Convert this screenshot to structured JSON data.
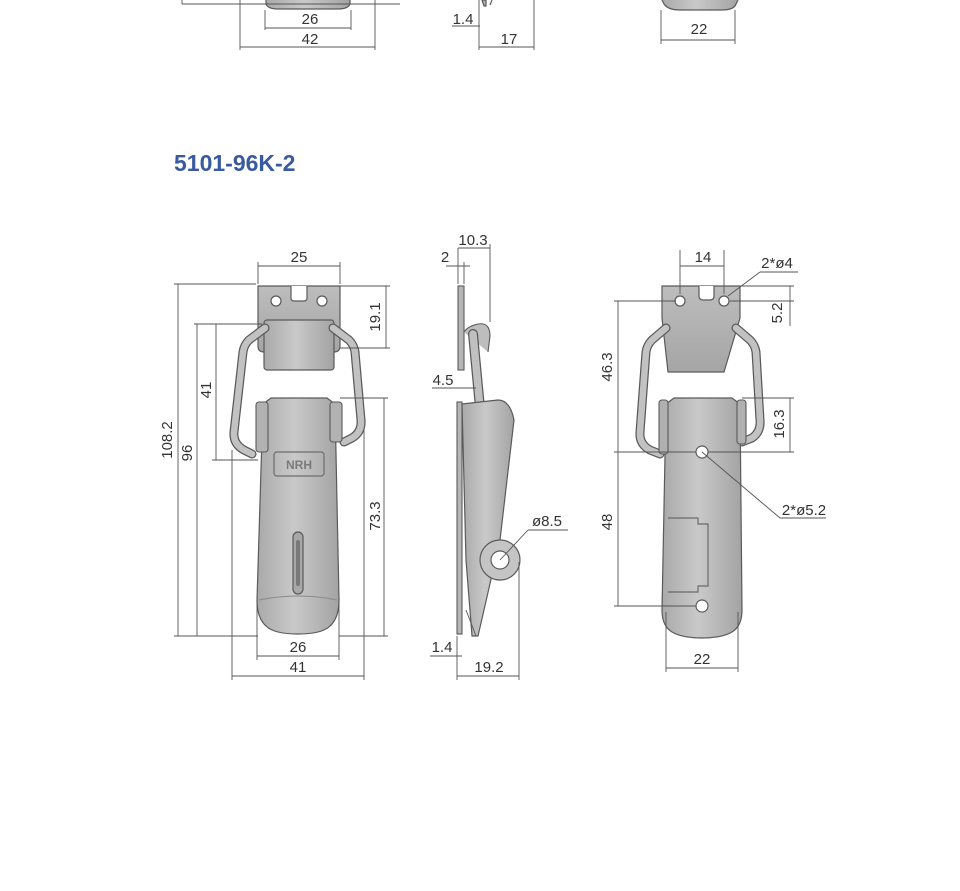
{
  "colors": {
    "title": "#3a5aa0",
    "dimension_text": "#333333",
    "part_fill": "#b8b8b8",
    "part_fill_dark": "#9e9e9e",
    "part_outline": "#5a5a5a"
  },
  "top_partial": {
    "front_width_inner": "26",
    "front_width_outer": "42",
    "side_thickness": "1.4",
    "side_depth": "17",
    "back_width": "22"
  },
  "model": {
    "title": "5101-96K-2",
    "logo_text": "NRH",
    "front_view": {
      "top_plate_width": "25",
      "top_plate_height": "19.1",
      "overall_length": "108.2",
      "closed_length": "96",
      "loop_length": "41",
      "hasp_length": "73.3",
      "bottom_inner_width": "26",
      "bottom_outer_width": "41"
    },
    "side_view": {
      "top_depth": "10.3",
      "plate_thickness_top": "2",
      "wire_diameter": "4.5",
      "ring_diameter": "ø8.5",
      "plate_thickness_bottom": "1.4",
      "bottom_depth": "19.2"
    },
    "back_view": {
      "hole_spacing_top": "14",
      "top_holes": "2*ø4",
      "top_offset": "5.2",
      "top_length": "46.3",
      "hinge_offset": "16.3",
      "holes_bottom": "2*ø5.2",
      "hole_spacing_bottom": "48",
      "bottom_width": "22"
    }
  }
}
